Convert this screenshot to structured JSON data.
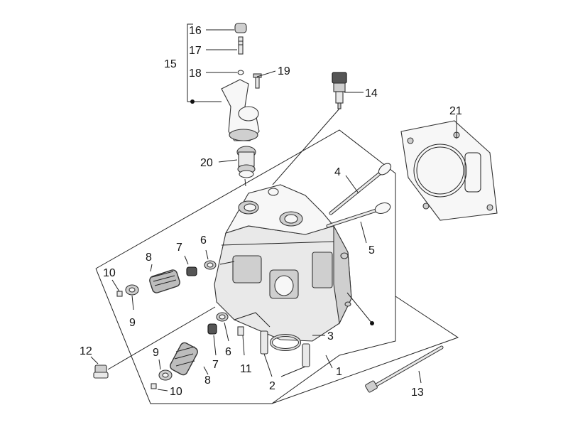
{
  "diagram": {
    "callouts": [
      {
        "id": "c1",
        "text": "1"
      },
      {
        "id": "c2",
        "text": "2"
      },
      {
        "id": "c3",
        "text": "3"
      },
      {
        "id": "c4",
        "text": "4"
      },
      {
        "id": "c5",
        "text": "5"
      },
      {
        "id": "c6a",
        "text": "6"
      },
      {
        "id": "c6b",
        "text": "6"
      },
      {
        "id": "c7a",
        "text": "7"
      },
      {
        "id": "c7b",
        "text": "7"
      },
      {
        "id": "c8a",
        "text": "8"
      },
      {
        "id": "c8b",
        "text": "8"
      },
      {
        "id": "c9a",
        "text": "9"
      },
      {
        "id": "c9b",
        "text": "9"
      },
      {
        "id": "c10a",
        "text": "10"
      },
      {
        "id": "c10b",
        "text": "10"
      },
      {
        "id": "c11",
        "text": "11"
      },
      {
        "id": "c12",
        "text": "12"
      },
      {
        "id": "c13",
        "text": "13"
      },
      {
        "id": "c14",
        "text": "14"
      },
      {
        "id": "c15",
        "text": "15"
      },
      {
        "id": "c16",
        "text": "16"
      },
      {
        "id": "c17",
        "text": "17"
      },
      {
        "id": "c18",
        "text": "18"
      },
      {
        "id": "c19",
        "text": "19"
      },
      {
        "id": "c20",
        "text": "20"
      },
      {
        "id": "c21",
        "text": "21"
      }
    ]
  }
}
